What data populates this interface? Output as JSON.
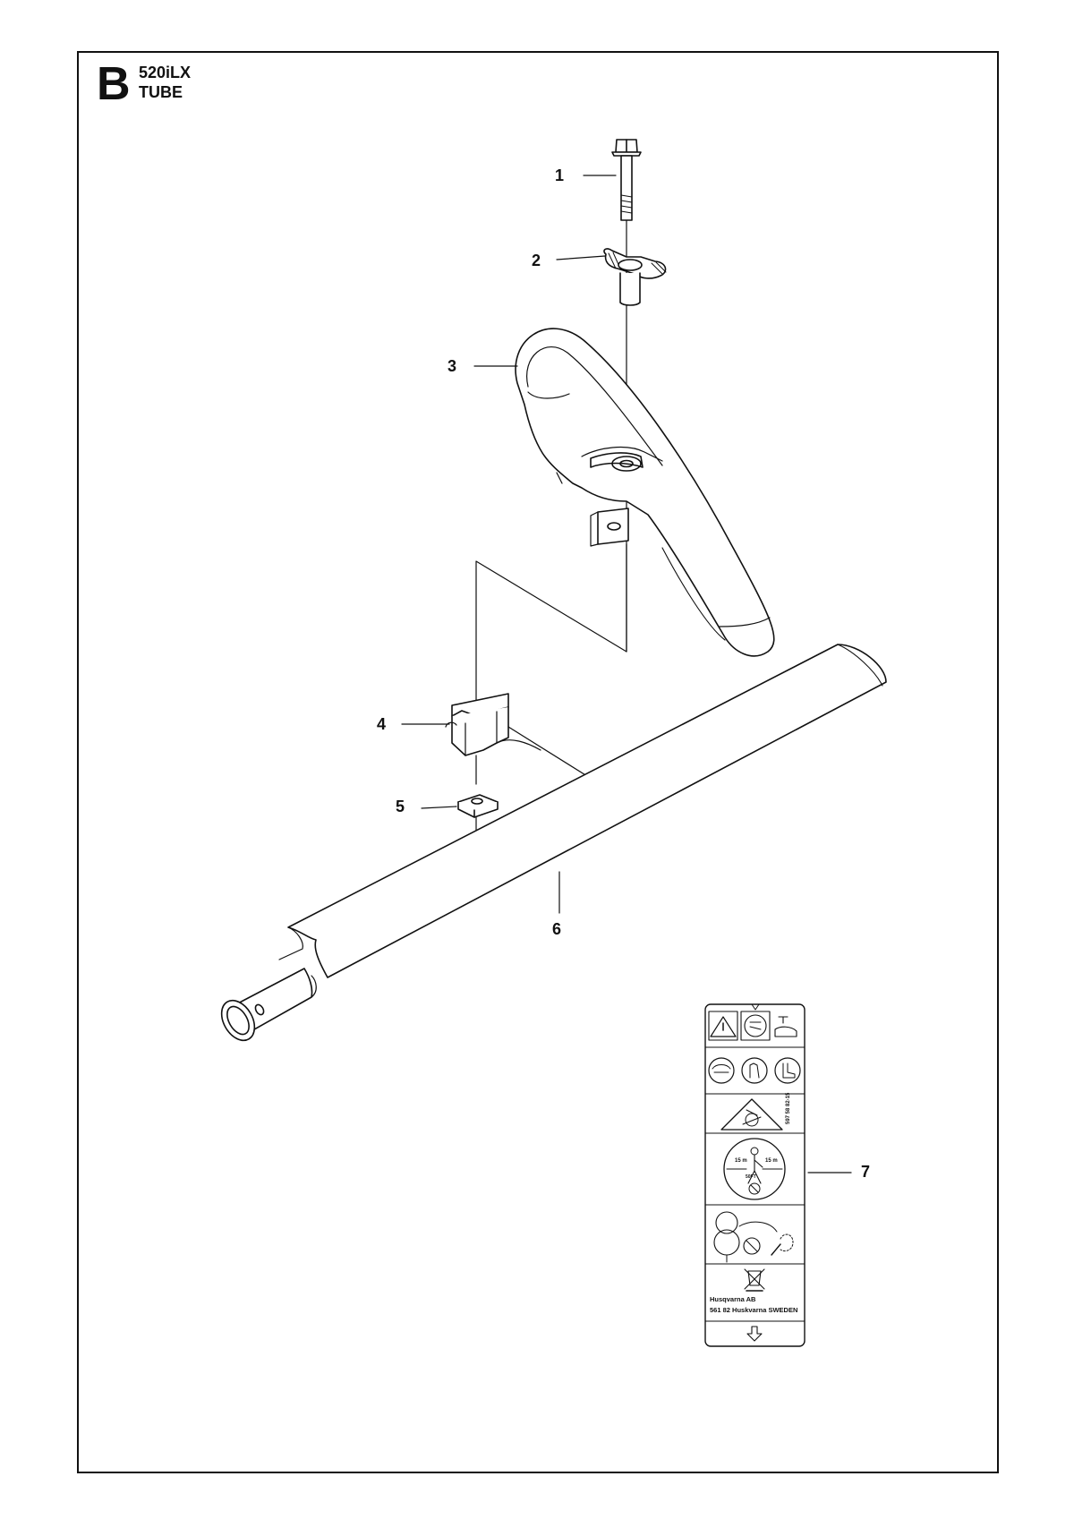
{
  "header": {
    "section_letter": "B",
    "model": "520iLX",
    "title": "TUBE"
  },
  "callouts": [
    {
      "number": "1",
      "part": "bolt"
    },
    {
      "number": "2",
      "part": "wing knob"
    },
    {
      "number": "3",
      "part": "loop handle"
    },
    {
      "number": "4",
      "part": "clamp"
    },
    {
      "number": "5",
      "part": "square nut"
    },
    {
      "number": "6",
      "part": "shaft tube"
    },
    {
      "number": "7",
      "part": "warning decal"
    }
  ],
  "decal": {
    "part_code": "597 58 82-15",
    "distance_left": "15 m",
    "distance_right": "15 m",
    "feet_label": "50FT",
    "manufacturer": "Husqvarna AB",
    "address": "561 82 Huskvarna SWEDEN"
  }
}
